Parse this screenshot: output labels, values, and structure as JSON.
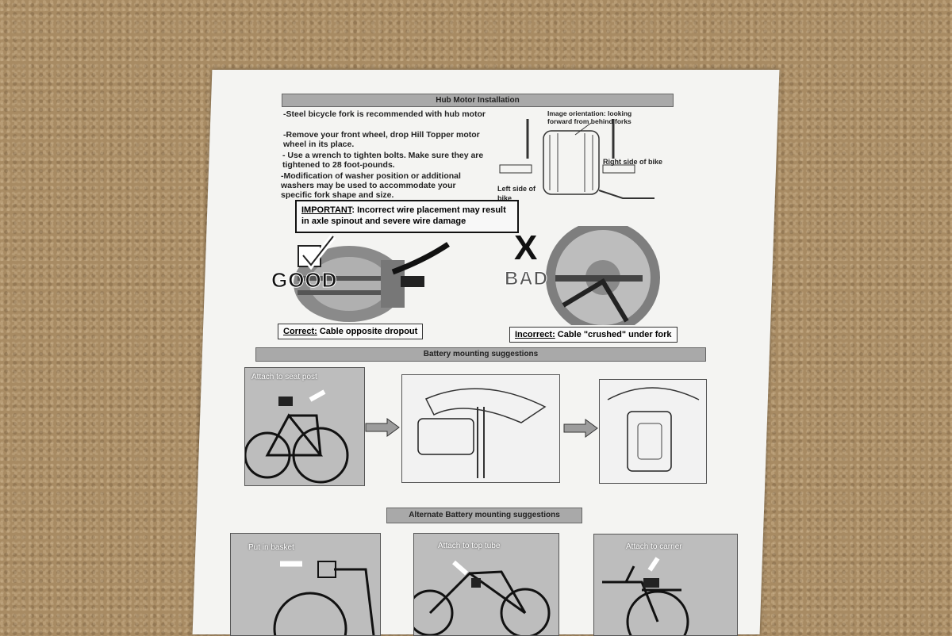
{
  "doc": {
    "hub_title": "Hub Motor Installation",
    "bullets": [
      "-Steel bicycle fork is recommended with hub motor",
      "-Remove your front wheel, drop Hill Topper motor wheel in its place.",
      "- Use a wrench to tighten bolts. Make sure they are tightened to 28 foot-pounds.",
      "-Modification of washer position or additional washers may be used to accommodate your specific fork shape and size."
    ],
    "diagram_notes": {
      "orientation": "Image orientation: looking forward from behind forks",
      "right_side": "Right side of bike",
      "left_side": "Left side of bike"
    },
    "important_label": "IMPORTANT",
    "important_text": ": Incorrect wire placement may result in axle spinout and severe wire damage",
    "good_word": "GOOD",
    "bad_word": "BAD",
    "x_mark": "X",
    "correct_label": "Correct:",
    "correct_text": " Cable opposite dropout",
    "incorrect_label": "Incorrect:",
    "incorrect_text": " Cable \"crushed\" under fork",
    "battery_title": "Battery mounting suggestions",
    "battery_panel_1": "Attach to seat post",
    "alt_title": "Alternate Battery mounting suggestions",
    "alt_panels": [
      "Put in basket",
      "Attach to top tube",
      "Attach to carrier"
    ]
  },
  "colors": {
    "carpet": "#a88b63",
    "paper": "#f4f4f2",
    "banner": "#a9a9a9"
  },
  "icons": [
    "checkmark-icon",
    "x-mark-icon",
    "arrow-right-icon"
  ]
}
